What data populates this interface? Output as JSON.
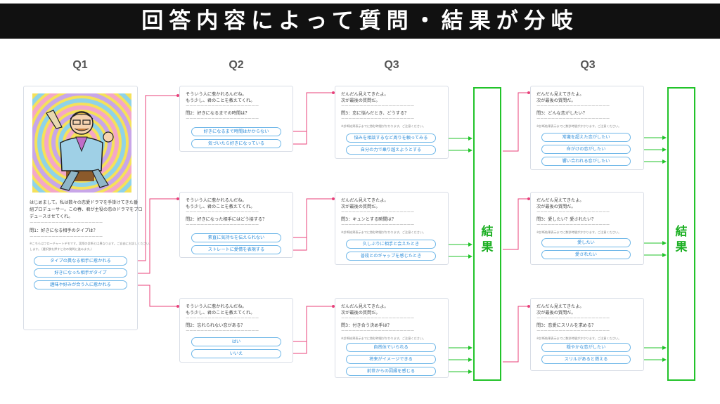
{
  "banner": "回答内容によって質問・結果が分岐",
  "columns": [
    "Q1",
    "Q2",
    "Q3",
    "Q3"
  ],
  "colors": {
    "pink": "#e8407a",
    "green": "#22c32a",
    "option_border": "#6fb7e8",
    "option_text": "#2a8bd8"
  },
  "q1": {
    "intro1": "はじめまして。私は数々の恋愛ドラマを手掛けてきた番",
    "intro2": "組プロデューサー。この春、君が主役の恋のドラマをプロ",
    "intro3": "デュースさせてくれ。",
    "rule": "ーーーーーーーーーーーーーーーーーーーー",
    "question": "問1：好きになる相手のタイプは？",
    "note1": "※こちらはフローチャートデモです。実際の診断とは異なります。ご自由にお試しください。",
    "note2": "します。（選択肢を押すと次の質問に進みます。）",
    "options": [
      "タイプの異なる相手に惹かれる",
      "好きになった相手がタイプ",
      "趣味や好みが合う人に惹かれる"
    ]
  },
  "q2_common": {
    "line1": "そういう人に惹かれるんだね。",
    "line2": "もう少し、君のことを教えてくれ。",
    "rule": "ーーーーーーーーーーーーーーーーーーーー"
  },
  "q2": [
    {
      "question": "問2：好きになるまでの時間は？",
      "options": [
        "好きになるまで時間はかからない",
        "気づいたら好きになっている"
      ]
    },
    {
      "question": "問2：好きになった相手にはどう接する？",
      "options": [
        "素直に気持ちを伝えられない",
        "ストレートに愛情を表現する"
      ]
    },
    {
      "question": "問2：忘れられない恋がある？",
      "options": [
        "はい",
        "いいえ"
      ]
    }
  ],
  "q3_common": {
    "line1": "だんだん見えてきたよ。",
    "line2": "次が最後の質問だ。",
    "rule": "ーーーーーーーーーーーーーーーーーーーー",
    "note": "※診断結果表示までに数秒時間がかかります。ご注意ください。"
  },
  "q3a": [
    {
      "question": "問3：恋に悩んだとき、どうする？",
      "options": [
        "悩みを相談するなど周りを頼ってみる",
        "自分の力で乗り越えようとする"
      ]
    },
    {
      "question": "問3：キュンとする瞬間は？",
      "options": [
        "久しぶりに相手と会えたとき",
        "普段とのギャップを感じたとき"
      ]
    },
    {
      "question": "問3：付き合う決め手は？",
      "options": [
        "自然体でいられる",
        "将来がイメージできる",
        "前世からの因縁を感じる"
      ]
    }
  ],
  "q3b": [
    {
      "question": "問3：どんな恋がしたい？",
      "options": [
        "常識を超えた恋がしたい",
        "命がけの恋がしたい",
        "響い合われる恋がしたい"
      ]
    },
    {
      "question": "問3：愛したい？愛されたい？",
      "options": [
        "愛したい",
        "愛されたい"
      ]
    },
    {
      "question": "問3：恋愛にスリルを求める？",
      "options": [
        "穏やかな恋がしたい",
        "スリルがあると燃える"
      ]
    }
  ],
  "result": {
    "char1": "結",
    "char2": "果"
  }
}
